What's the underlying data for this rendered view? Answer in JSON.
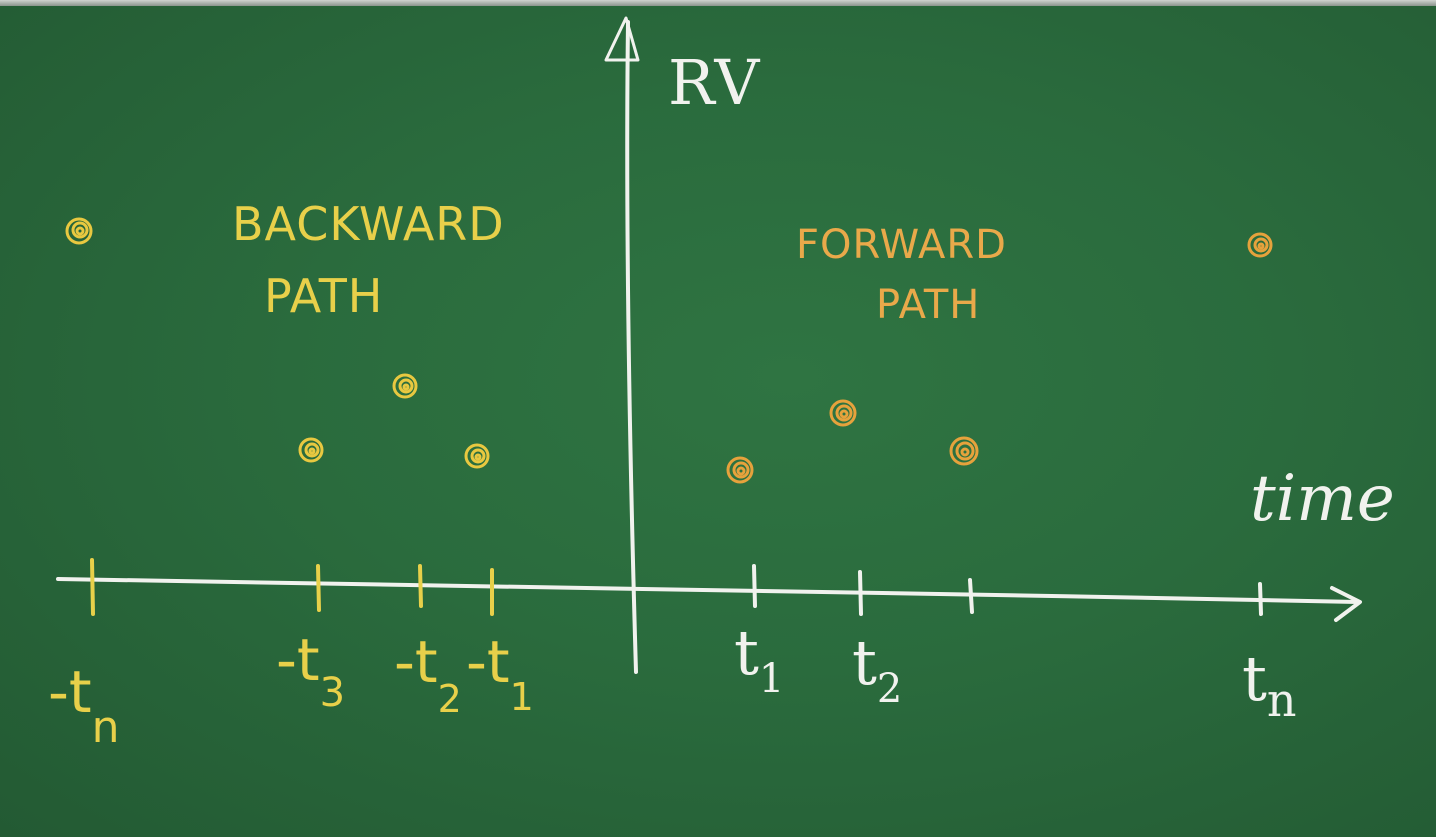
{
  "board": {
    "y_axis_label": "RV",
    "x_axis_label": "time",
    "backward_label": [
      "BACKWARD",
      "PATH"
    ],
    "forward_label": [
      "FORWARD",
      "PATH"
    ],
    "backward_ticks": [
      {
        "base": "-t",
        "sub": "n"
      },
      {
        "base": "-t",
        "sub": "3"
      },
      {
        "base": "-t",
        "sub": "2"
      },
      {
        "base": "-t",
        "sub": "1"
      }
    ],
    "forward_ticks": [
      {
        "base": "t",
        "sub": "1"
      },
      {
        "base": "t",
        "sub": "2"
      },
      {
        "base": "t",
        "sub": "n"
      }
    ],
    "colors": {
      "board": "#2a6a3c",
      "chalk_white": "#f1f2ee",
      "chalk_yellow": "#e8d04a",
      "chalk_orange": "#e9a94a"
    }
  }
}
